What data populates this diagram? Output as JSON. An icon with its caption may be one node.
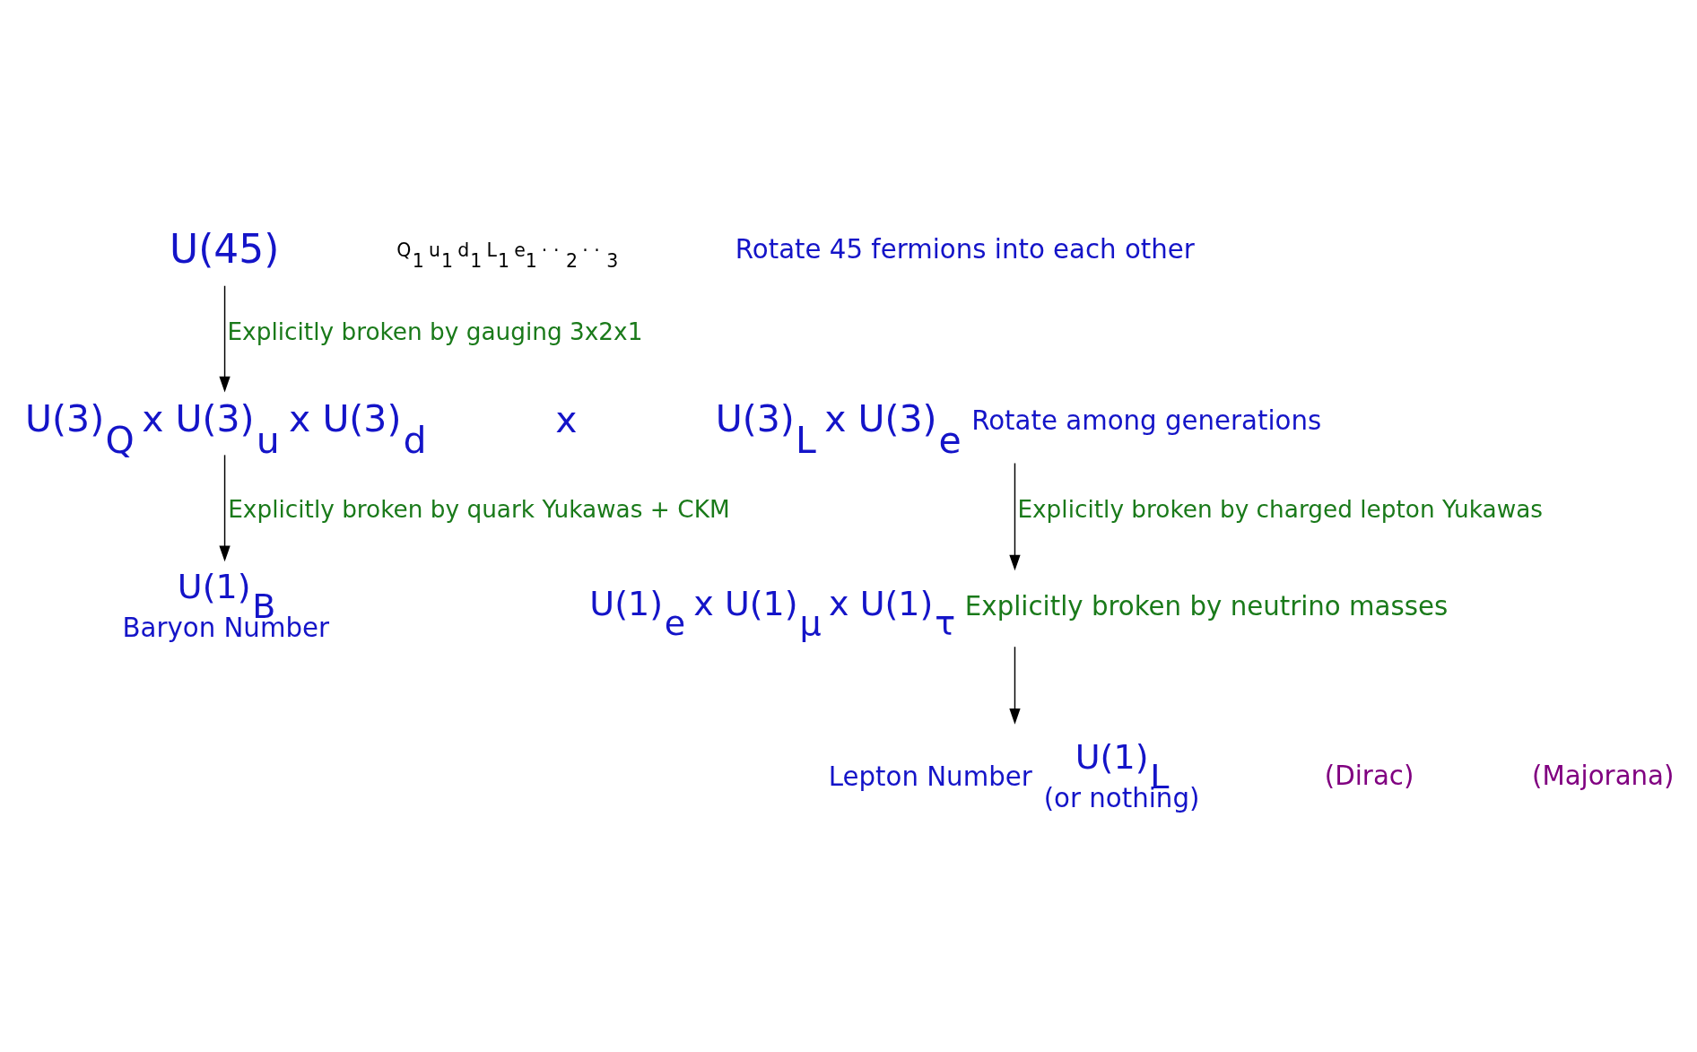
{
  "diagram": {
    "nodes": [
      {
        "text": [
          "U(45)"
        ]
      },
      {
        "text": [
          "U(3)$_{Q}$ x U(3)$_{u}$ x U(3)$_{d}$"
        ]
      },
      {
        "text": [
          "U(3)$_{L}$ x U(3)$_{e}$"
        ],
        "beside": [
          "Rotate among generations"
        ]
      },
      {
        "text": [
          "U(1)$_{B}$",
          "Baryon Number"
        ]
      },
      {
        "text": [
          "U(1)$_{e}$ x U(1)$_{μ}$ x U(1)$_{τ}$"
        ],
        "beside": [
          "Explicitly broken by neutrino masses"
        ]
      },
      {
        "text": [
          "U(1)$_{L}$",
          "(or nothing)"
        ],
        "beside": [
          "Lepton Number"
        ]
      }
    ],
    "edges": [
      {
        "from": 0,
        "to": 1,
        "arrow": "to",
        "label": "Explicitly broken by gauging 3x2x1"
      },
      {
        "from": 1,
        "to": 3,
        "arrow": "to",
        "label": "Explicitly broken by quark Yukawas + CKM"
      },
      {
        "from": 2,
        "to": 4,
        "arrow": "to",
        "label": "Explicitly broken by charged lepton Yukawas"
      },
      {
        "from": 4,
        "to": 5,
        "arrow": "to"
      }
    ],
    "labels": [
      "Q$_{1}$ u$_{1}$ d$_{1}$ L$_{1}$ e$_{1}$ · · $_{2}$ · · $_{3}$",
      "Rotate 45 fermions into each other",
      "x",
      "(Dirac)",
      "(Majorana)"
    ]
  }
}
